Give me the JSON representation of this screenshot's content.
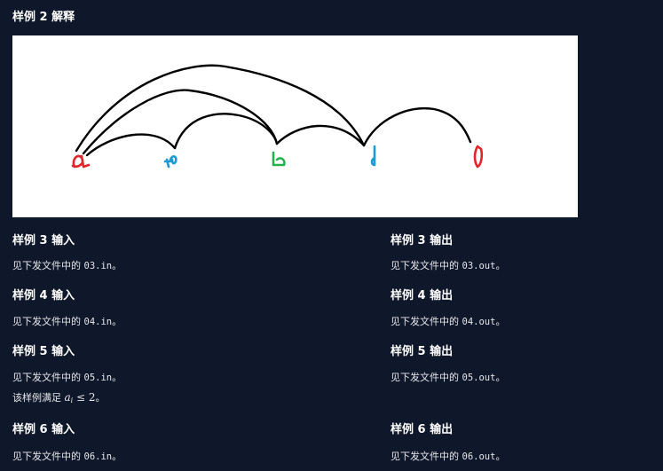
{
  "example2": {
    "title": "样例 2 解释"
  },
  "examples": [
    {
      "input_title": "样例 3 输入",
      "input_prefix": "见下发文件中的 ",
      "input_file": "03.in",
      "input_suffix": "。",
      "output_title": "样例 3 输出",
      "output_prefix": "见下发文件中的 ",
      "output_file": "03.out",
      "output_suffix": "。"
    },
    {
      "input_title": "样例 4 输入",
      "input_prefix": "见下发文件中的 ",
      "input_file": "04.in",
      "input_suffix": "。",
      "output_title": "样例 4 输出",
      "output_prefix": "见下发文件中的 ",
      "output_file": "04.out",
      "output_suffix": "。"
    },
    {
      "input_title": "样例 5 输入",
      "input_prefix": "见下发文件中的 ",
      "input_file": "05.in",
      "input_suffix": "。",
      "output_title": "样例 5 输出",
      "output_prefix": "见下发文件中的 ",
      "output_file": "05.out",
      "output_suffix": "。",
      "note_prefix": "该样例满足 ",
      "note_var": "a",
      "note_sub": "i",
      "note_rel": " ≤ 2",
      "note_suffix": "。"
    },
    {
      "input_title": "样例 6 输入",
      "input_prefix": "见下发文件中的 ",
      "input_file": "06.in",
      "input_suffix": "。",
      "output_title": "样例 6 输出",
      "output_prefix": "见下发文件中的 ",
      "output_file": "06.out",
      "output_suffix": "。"
    }
  ],
  "colors": {
    "background": "#0f172a",
    "heading": "#ffffff",
    "text": "#e5e7eb",
    "red": "#e3242b",
    "blue": "#1e9ad6",
    "green": "#22b14c",
    "black": "#000000"
  }
}
